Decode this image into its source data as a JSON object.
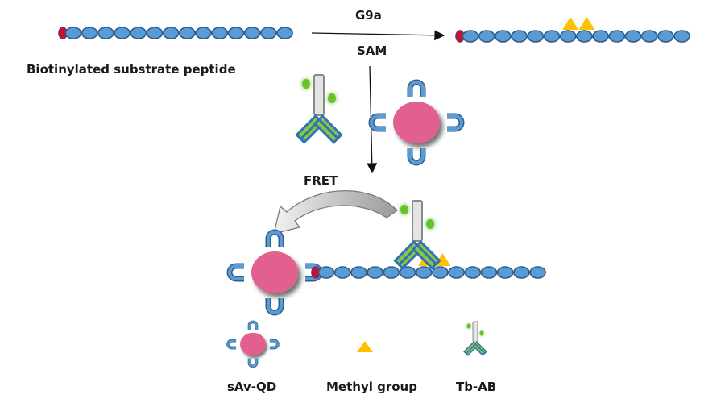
{
  "labels": {
    "substrate": "Biotinylated substrate peptide",
    "enzyme": "G9a",
    "cofactor": "SAM",
    "fret": "FRET",
    "legend_qd": "sAv-QD",
    "legend_methyl": "Methyl group",
    "legend_ab": "Tb-AB"
  },
  "peptides": {
    "substrate_beads": 14,
    "methylated_beads": 14,
    "complex_beads": 14,
    "methylated_positions": [
      7,
      8
    ]
  },
  "colors": {
    "bead": "#5b9bd5",
    "bead_border": "#2e5f8f",
    "biotin": "#d0111b",
    "biotin_border": "#6a2b8f",
    "methyl": "#ffc000",
    "quantum_dot": "#e2618f",
    "terbium": "#6abf2a",
    "antibody_fab": "#2e75b6",
    "antibody_stripe": "#8dc63f"
  }
}
